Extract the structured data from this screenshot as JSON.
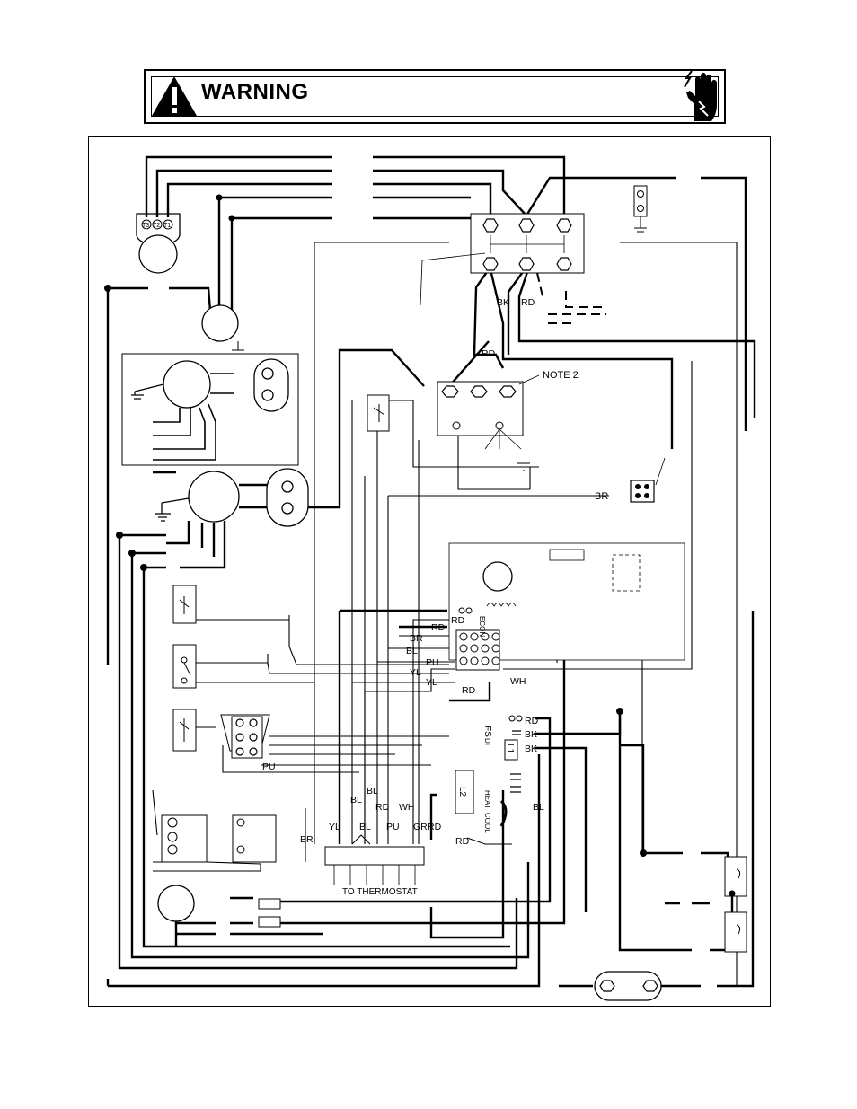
{
  "warning": {
    "label": "WARNING"
  },
  "labels": {
    "note2": "NOTE 2",
    "to_thermostat": "TO THERMOSTAT",
    "bk": "BK",
    "rd": "RD",
    "br": "BR",
    "bl": "BL",
    "pu": "PU",
    "yl": "YL",
    "wh": "WH",
    "gr": "GR",
    "fs": "FS",
    "di": "DI",
    "l1": "L1",
    "l2": "L2",
    "econ": "ECON",
    "heat": "HEAT",
    "cool": "COOL",
    "t1": "T1",
    "t2": "T2",
    "t3": "T3"
  },
  "icons": {
    "warning": "warning-triangle-icon",
    "hand": "electric-shock-hand-icon"
  }
}
